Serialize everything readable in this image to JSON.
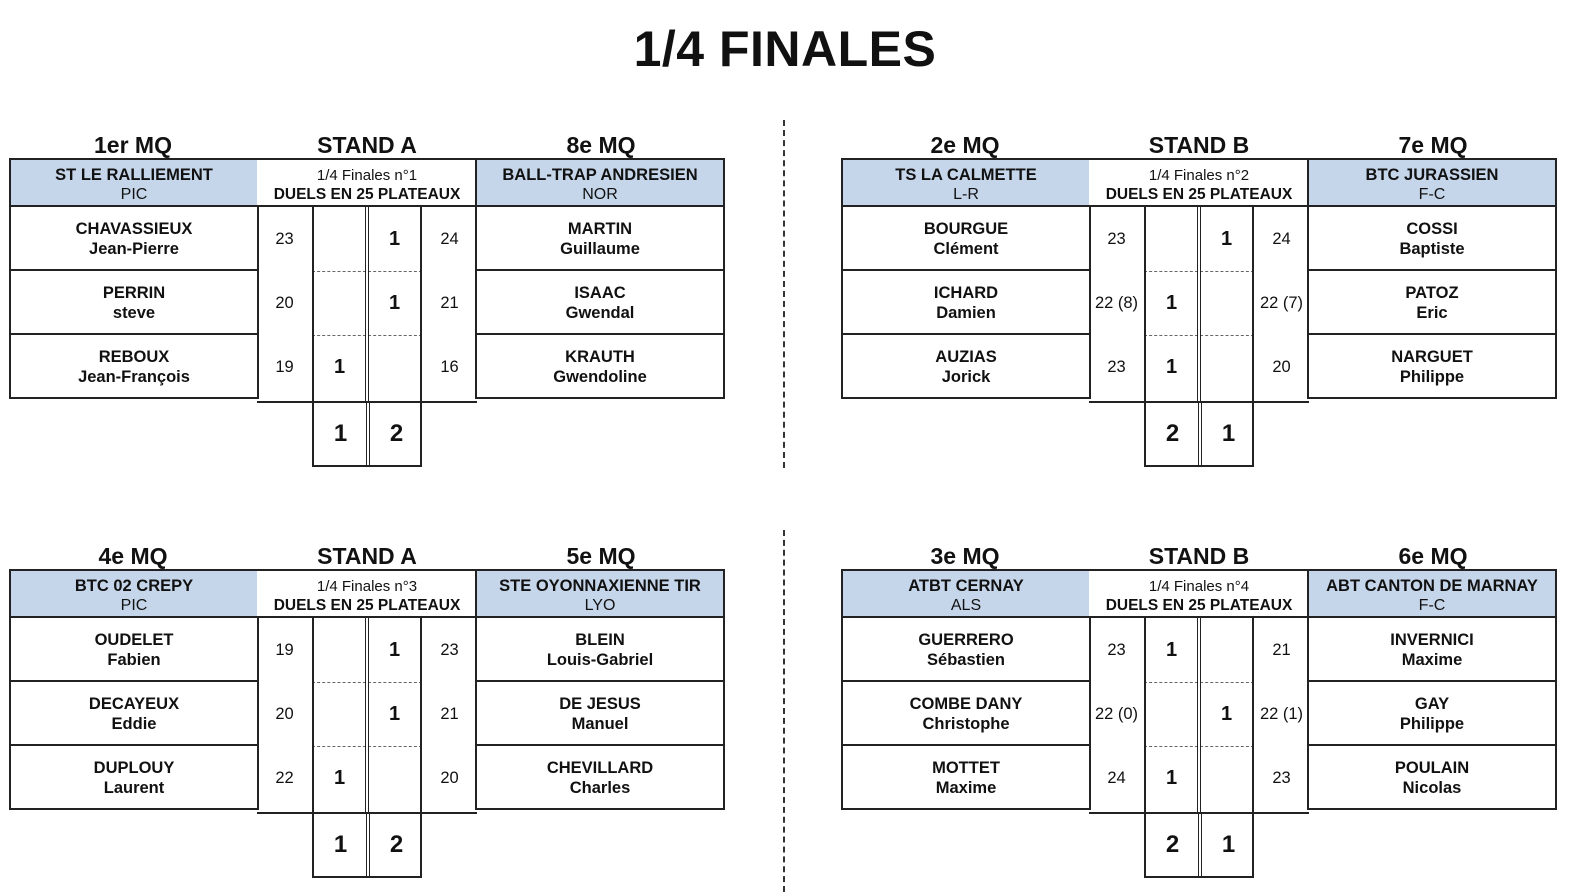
{
  "title": "1/4 FINALES",
  "matches": [
    {
      "left_rank": "1er MQ",
      "stand": "STAND A",
      "right_rank": "8e MQ",
      "left_team": {
        "name": "ST LE RALLIEMENT",
        "region": "PIC"
      },
      "right_team": {
        "name": "BALL-TRAP ANDRESIEN",
        "region": "NOR"
      },
      "info_line1": "1/4 Finales n°1",
      "info_line2": "DUELS EN 25 PLATEAUX",
      "duels": [
        {
          "left_last": "CHAVASSIEUX",
          "left_first": "Jean-Pierre",
          "left_score": "23",
          "left_win": "",
          "right_win": "1",
          "right_score": "24",
          "right_last": "MARTIN",
          "right_first": "Guillaume"
        },
        {
          "left_last": "PERRIN",
          "left_first": "steve",
          "left_score": "20",
          "left_win": "",
          "right_win": "1",
          "right_score": "21",
          "right_last": "ISAAC",
          "right_first": "Gwendal"
        },
        {
          "left_last": "REBOUX",
          "left_first": "Jean-François",
          "left_score": "19",
          "left_win": "1",
          "right_win": "",
          "right_score": "16",
          "right_last": "KRAUTH",
          "right_first": "Gwendoline"
        }
      ],
      "total_left": "1",
      "total_right": "2"
    },
    {
      "left_rank": "2e MQ",
      "stand": "STAND B",
      "right_rank": "7e MQ",
      "left_team": {
        "name": "TS LA CALMETTE",
        "region": "L-R"
      },
      "right_team": {
        "name": "BTC JURASSIEN",
        "region": "F-C"
      },
      "info_line1": "1/4 Finales n°2",
      "info_line2": "DUELS EN 25 PLATEAUX",
      "duels": [
        {
          "left_last": "BOURGUE",
          "left_first": "Clément",
          "left_score": "23",
          "left_win": "",
          "right_win": "1",
          "right_score": "24",
          "right_last": "COSSI",
          "right_first": "Baptiste"
        },
        {
          "left_last": "ICHARD",
          "left_first": "Damien",
          "left_score": "22 (8)",
          "left_win": "1",
          "right_win": "",
          "right_score": "22 (7)",
          "right_last": "PATOZ",
          "right_first": "Eric"
        },
        {
          "left_last": "AUZIAS",
          "left_first": "Jorick",
          "left_score": "23",
          "left_win": "1",
          "right_win": "",
          "right_score": "20",
          "right_last": "NARGUET",
          "right_first": "Philippe"
        }
      ],
      "total_left": "2",
      "total_right": "1"
    },
    {
      "left_rank": "4e MQ",
      "stand": "STAND A",
      "right_rank": "5e MQ",
      "left_team": {
        "name": "BTC 02 CREPY",
        "region": "PIC"
      },
      "right_team": {
        "name": "STE OYONNAXIENNE TIR",
        "region": "LYO"
      },
      "info_line1": "1/4 Finales n°3",
      "info_line2": "DUELS EN 25 PLATEAUX",
      "duels": [
        {
          "left_last": "OUDELET",
          "left_first": "Fabien",
          "left_score": "19",
          "left_win": "",
          "right_win": "1",
          "right_score": "23",
          "right_last": "BLEIN",
          "right_first": "Louis-Gabriel"
        },
        {
          "left_last": "DECAYEUX",
          "left_first": "Eddie",
          "left_score": "20",
          "left_win": "",
          "right_win": "1",
          "right_score": "21",
          "right_last": "DE JESUS",
          "right_first": "Manuel"
        },
        {
          "left_last": "DUPLOUY",
          "left_first": "Laurent",
          "left_score": "22",
          "left_win": "1",
          "right_win": "",
          "right_score": "20",
          "right_last": "CHEVILLARD",
          "right_first": "Charles"
        }
      ],
      "total_left": "1",
      "total_right": "2"
    },
    {
      "left_rank": "3e MQ",
      "stand": "STAND B",
      "right_rank": "6e MQ",
      "left_team": {
        "name": "ATBT CERNAY",
        "region": "ALS"
      },
      "right_team": {
        "name": "ABT CANTON DE MARNAY",
        "region": "F-C"
      },
      "info_line1": "1/4 Finales n°4",
      "info_line2": "DUELS EN 25 PLATEAUX",
      "duels": [
        {
          "left_last": "GUERRERO",
          "left_first": "Sébastien",
          "left_score": "23",
          "left_win": "1",
          "right_win": "",
          "right_score": "21",
          "right_last": "INVERNICI",
          "right_first": "Maxime"
        },
        {
          "left_last": "COMBE DANY",
          "left_first": "Christophe",
          "left_score": "22 (0)",
          "left_win": "",
          "right_win": "1",
          "right_score": "22 (1)",
          "right_last": "GAY",
          "right_first": "Philippe"
        },
        {
          "left_last": "MOTTET",
          "left_first": "Maxime",
          "left_score": "24",
          "left_win": "1",
          "right_win": "",
          "right_score": "23",
          "right_last": "POULAIN",
          "right_first": "Nicolas"
        }
      ],
      "total_left": "2",
      "total_right": "1"
    }
  ]
}
